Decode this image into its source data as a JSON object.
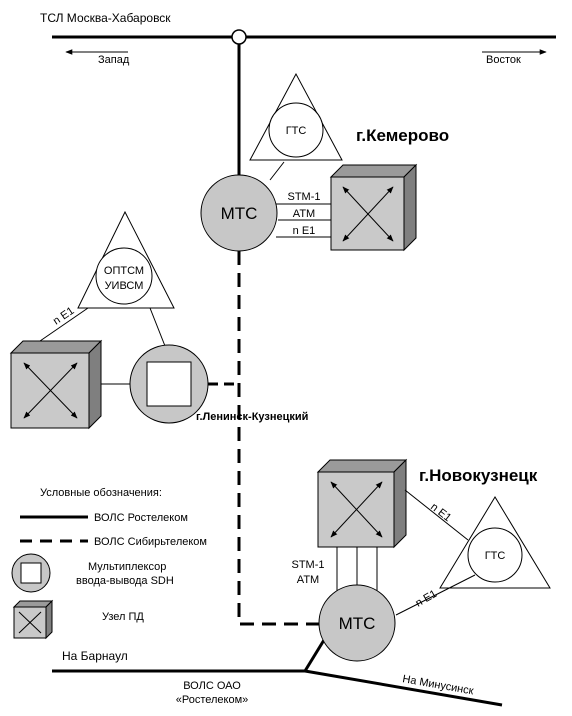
{
  "trunk": {
    "label": "ТСЛ Москва-Хабаровск",
    "west": "Запад",
    "east": "Восток"
  },
  "kemerovo": {
    "city": "г.Кемерово",
    "mts": "МТС",
    "gts": "ГТС",
    "link_stm": "STM-1",
    "link_atm": "ATM",
    "link_ne1": "n E1"
  },
  "leninsk": {
    "city": "г.Ленинск-Кузнецкий",
    "station_line1": "ОПТСМ",
    "station_line2": "УИВСМ",
    "link_ne1": "n E1"
  },
  "novokuznetsk": {
    "city": "г.Новокузнецк",
    "mts": "МТС",
    "gts": "ГТС",
    "link_stm": "STM-1",
    "link_atm": "ATM",
    "link_ne1_top": "n E1",
    "link_ne1_bottom": "n E1"
  },
  "legend": {
    "title": "Условные обозначения:",
    "rostelecom": "ВОЛС Ростелеком",
    "sibir": "ВОЛС Сибирьтелеком",
    "mux_line1": "Мультиплексор",
    "mux_line2": "ввода-вывода SDH",
    "node": "Узел ПД"
  },
  "bottom": {
    "barnaul": "На Барнаул",
    "volc_line1": "ВОЛС ОАО",
    "volc_line2": "«Ростелеком»",
    "minusinsk": "На Минусинск"
  }
}
